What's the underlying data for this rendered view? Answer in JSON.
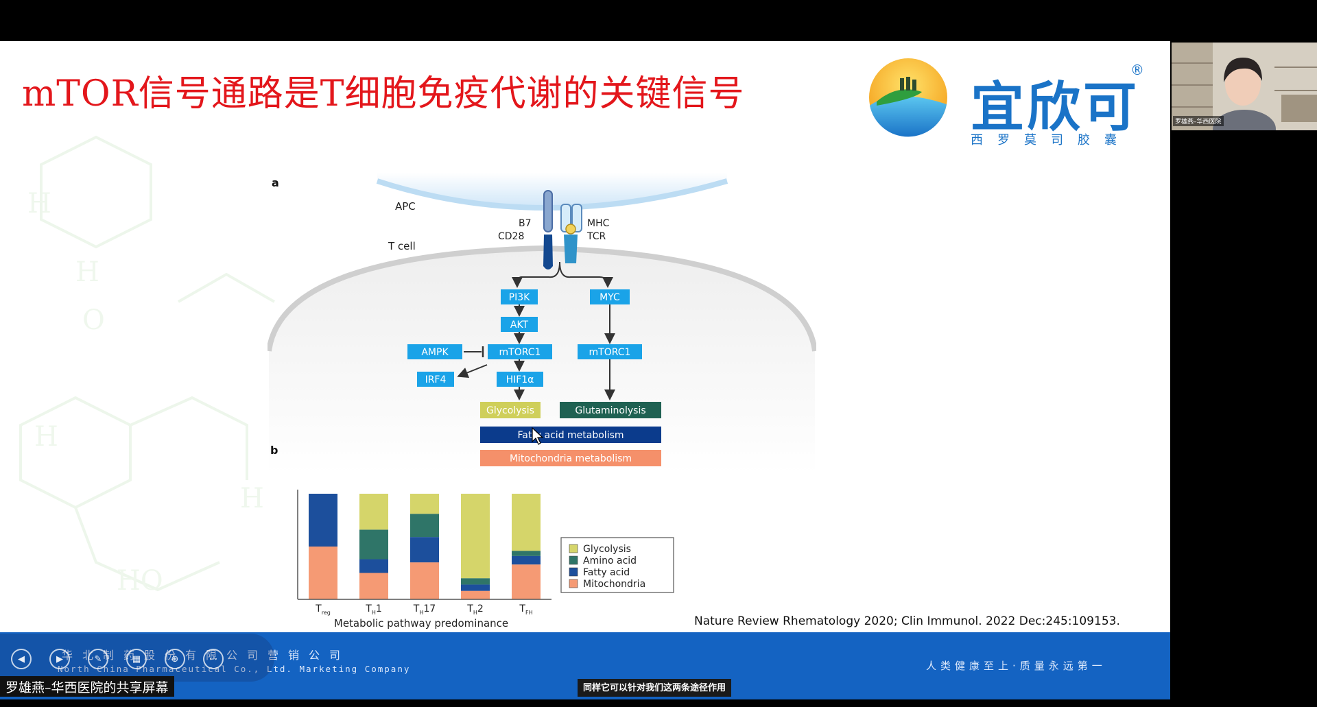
{
  "slide": {
    "title": "mTOR信号通路是T细胞免疫代谢的关键信号",
    "logo": {
      "brand": "宜欣可",
      "reg": "®",
      "subtitle": "西罗莫司胶囊"
    },
    "citation": "Nature Review Rhematology 2020; Clin Immunol. 2022 Dec:245:109153."
  },
  "figure_a": {
    "panel_label": "a",
    "labels": {
      "apc": "APC",
      "tcell": "T cell",
      "b7": "B7",
      "cd28": "CD28",
      "mhc": "MHC",
      "tcr": "TCR"
    },
    "nodes": {
      "pi3k": "PI3K",
      "myc": "MYC",
      "akt": "AKT",
      "ampk": "AMPK",
      "mtorc1_left": "mTORC1",
      "mtorc1_right": "mTORC1",
      "irf4": "IRF4",
      "hif1a": "HIF1α",
      "glycolysis": "Glycolysis",
      "glutaminolysis": "Glutaminolysis",
      "fatty_acid": "Fatty acid metabolism",
      "mito": "Mitochondria metabolism"
    }
  },
  "chart_data": {
    "type": "bar",
    "stacked": true,
    "panel_label": "b",
    "title": "",
    "xlabel": "Metabolic pathway predominance",
    "ylabel": "",
    "ylim": [
      0,
      100
    ],
    "categories": [
      {
        "main": "T",
        "sub": "reg",
        "suffix": ""
      },
      {
        "main": "T",
        "sub": "H",
        "suffix": "1"
      },
      {
        "main": "T",
        "sub": "H",
        "suffix": "17"
      },
      {
        "main": "T",
        "sub": "H",
        "suffix": "2"
      },
      {
        "main": "T",
        "sub": "FH",
        "suffix": ""
      }
    ],
    "series": [
      {
        "name": "Mitochondria",
        "color": "#f59a74",
        "values": [
          50,
          25,
          35,
          8,
          33
        ]
      },
      {
        "name": "Fatty acid",
        "color": "#1c4f9c",
        "values": [
          50,
          13,
          24,
          6,
          8
        ]
      },
      {
        "name": "Amino acid",
        "color": "#2f7568",
        "values": [
          0,
          28,
          22,
          6,
          5
        ]
      },
      {
        "name": "Glycolysis",
        "color": "#d5d56a",
        "values": [
          0,
          34,
          19,
          80,
          54
        ]
      }
    ],
    "legend_order": [
      "Glycolysis",
      "Amino acid",
      "Fatty acid",
      "Mitochondria"
    ],
    "legend_position": "right"
  },
  "footer": {
    "company_cn": "华北制药股份有限公司营销公司",
    "company_en": "North China Pharmaceutical Co., Ltd. Marketing Company",
    "slogan": "人类健康至上·质量永远第一"
  },
  "meeting": {
    "share_label": "罗雄燕–华西医院的共享屏幕",
    "subtitle": "同样它可以针对我们这两条途径作用",
    "webcam_name": "罗雄燕–华西医院"
  },
  "colors": {
    "node_cyan": "#1aa3e8",
    "title_red": "#e3161b",
    "footer_blue": "#1463c2",
    "brand_blue": "#1a73c7"
  }
}
